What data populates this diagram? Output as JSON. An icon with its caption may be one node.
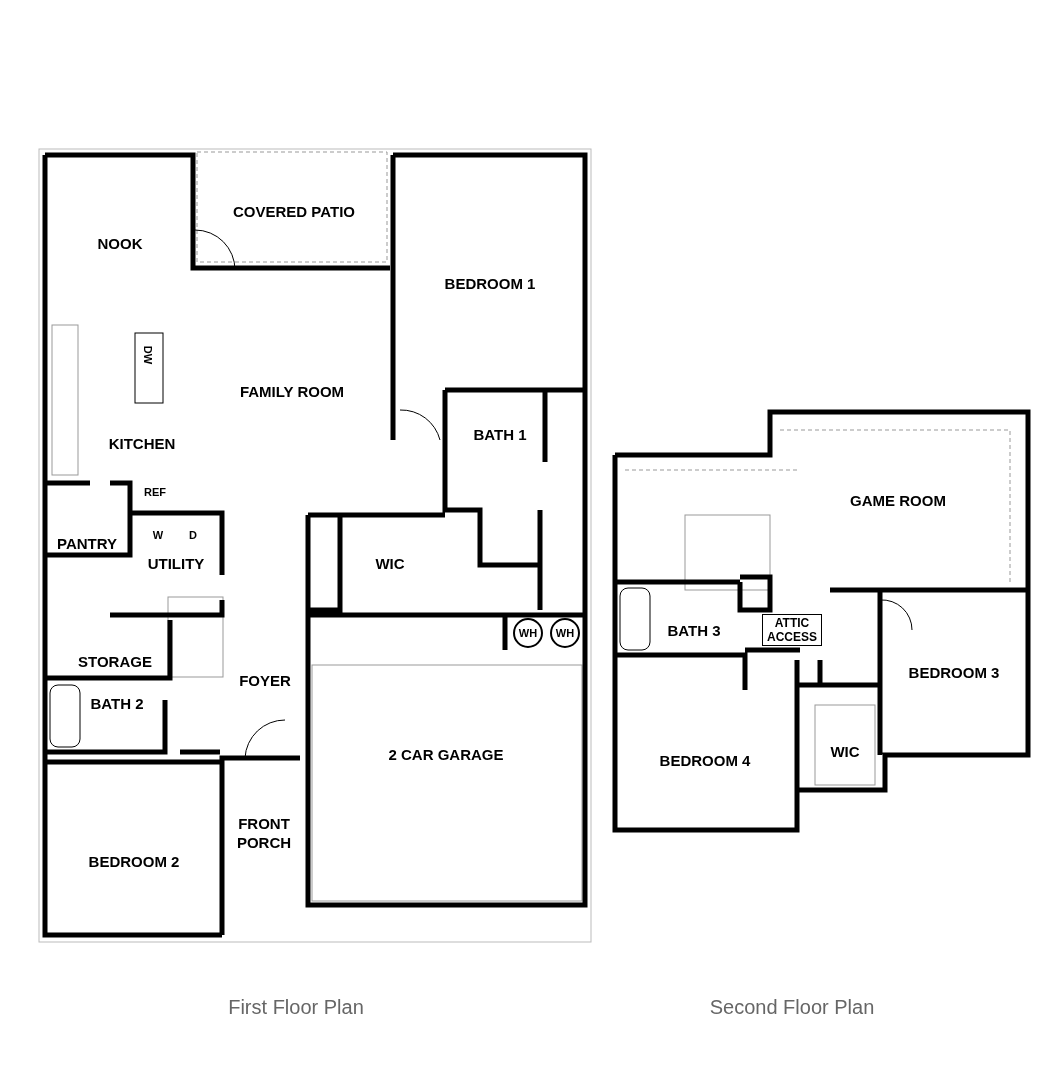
{
  "diagram": {
    "labels": [
      "NOOK",
      "COVERED PATIO",
      "BEDROOM 1",
      "DW",
      "FAMILY ROOM",
      "KITCHEN",
      "BATH 1",
      "REF",
      "W",
      "D",
      "PANTRY",
      "UTILITY",
      "WIC",
      "WH",
      "WH",
      "STORAGE",
      "FOYER",
      "BATH 2",
      "2 CAR GARAGE",
      "FRONT PORCH",
      "BEDROOM 2",
      "GAME ROOM",
      "BATH 3",
      "ATTIC ACCESS",
      "BEDROOM 3",
      "WIC",
      "BEDROOM 4",
      "First Floor Plan",
      "Second Floor Plan"
    ]
  }
}
